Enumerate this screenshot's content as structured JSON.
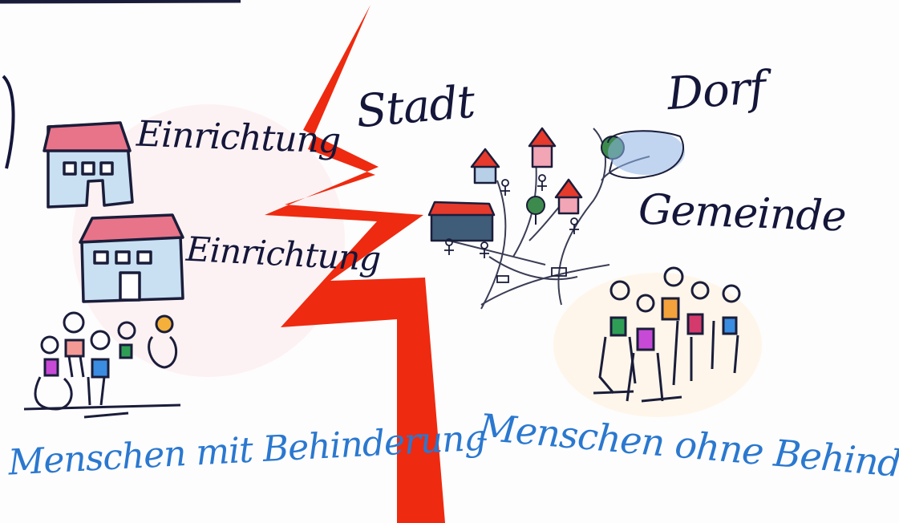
{
  "labels": {
    "einrichtung_1": "Einrichtung",
    "einrichtung_2": "Einrichtung",
    "stadt": "Stadt",
    "dorf": "Dorf",
    "gemeinde": "Gemeinde",
    "menschen_mit": "Menschen mit Behinderung",
    "menschen_ohne": "Menschen ohne Behinderung"
  },
  "colors": {
    "ink": "#14163a",
    "label_blue": "#2a78d0",
    "lightning": "#ee2a10",
    "roof_red": "#e3505c",
    "wall_blue": "#c9e0f2"
  },
  "icons": [
    "building-icon",
    "lightning-bolt",
    "tree-icon",
    "house-icon",
    "person-icon",
    "wheelchair-icon",
    "pond-icon"
  ]
}
